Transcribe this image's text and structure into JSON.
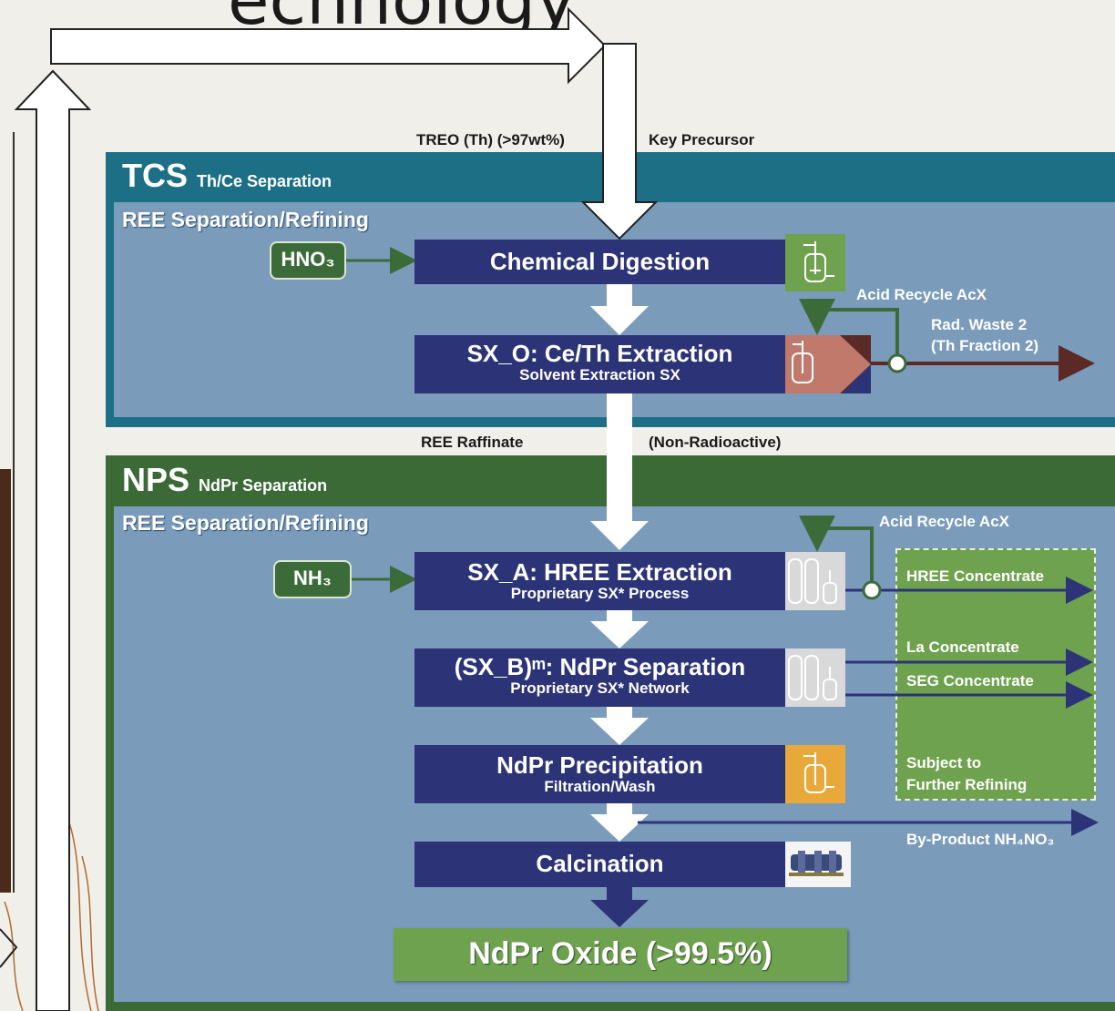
{
  "heading_partial": "echnology",
  "top_labels": {
    "left": "TREO (Th) (>97wt%)",
    "right": "Key Precursor"
  },
  "tcs": {
    "title": "TCS",
    "subtitle": "Th/Ce Separation",
    "refining": "REE Separation/Refining",
    "input": "HNO₃",
    "digestion": "Chemical Digestion",
    "sx_o_title": "SX_O: Ce/Th Extraction",
    "sx_o_sub": "Solvent Extraction SX",
    "acid_recycle": "Acid Recycle AcX",
    "waste_line1": "Rad. Waste 2",
    "waste_line2": "(Th Fraction 2)"
  },
  "mid_labels": {
    "left": "REE Raffinate",
    "right": "(Non-Radioactive)"
  },
  "nps": {
    "title": "NPS",
    "subtitle": "NdPr Separation",
    "refining": "REE Separation/Refining",
    "input": "NH₃",
    "sx_a_title": "SX_A: HREE Extraction",
    "sx_a_sub": "Proprietary SX* Process",
    "sx_b_title": "(SX_B)ᵐ: NdPr Separation",
    "sx_b_sub": "Proprietary SX* Network",
    "precip_title": "NdPr Precipitation",
    "precip_sub": "Filtration/Wash",
    "calcination": "Calcination",
    "product": "NdPr Oxide (>99.5%)",
    "acid_recycle": "Acid Recycle AcX",
    "hree": "HREE Concentrate",
    "la": "La Concentrate",
    "seg": "SEG Concentrate",
    "subject1": "Subject to",
    "subject2": "Further Refining",
    "byproduct": "By-Product NH₄NO₃"
  },
  "colors": {
    "tcs_frame": "#1d6f86",
    "panel": "#7b9bbb",
    "nps_frame": "#3b6a37",
    "process_box": "#2c3477",
    "green": "#6ea24e",
    "waste": "#5b2a27",
    "product": "#6ea24e"
  }
}
